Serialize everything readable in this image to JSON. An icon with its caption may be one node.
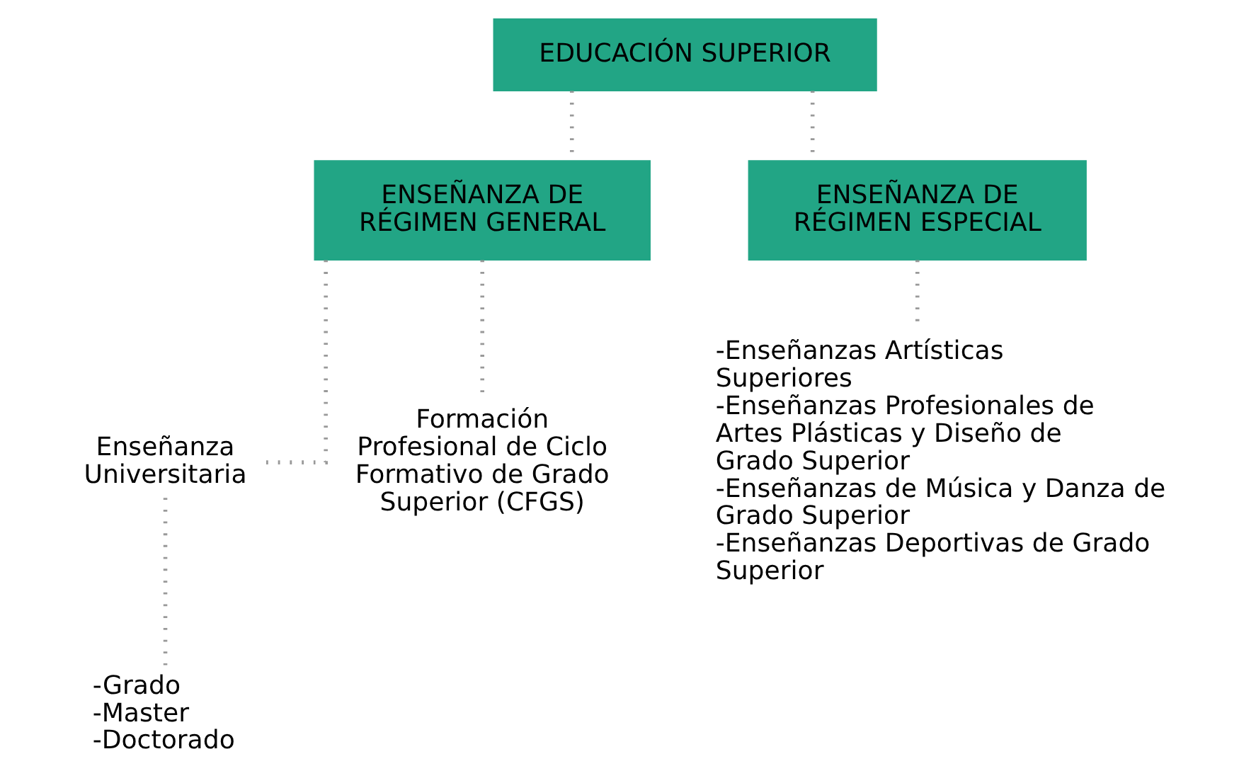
{
  "diagram": {
    "nodes": [
      {
        "text": [
          "EDUCACIÓN SUPERIOR"
        ]
      },
      {
        "text": [
          "ENSEÑANZA DE RÉGIMEN GENERAL"
        ]
      },
      {
        "text": [
          "ENSEÑANZA DE RÉGIMEN ESPECIAL"
        ]
      },
      {
        "text": [
          "Enseñanza Universitaria"
        ]
      },
      {
        "text": [
          "Formación Profesional de Ciclo Formativo de Grado Superior (CFGS)"
        ]
      },
      {
        "text": [
          "-Grado",
          "-Master",
          "-Doctorado"
        ]
      },
      {
        "text": [
          "-Enseñanzas Artísticas Superiores",
          "-Enseñanzas Profesionales de Artes Plásticas y Diseño de Grado Superior",
          "-Enseñanzas de Música y Danza de Grado Superior",
          "-Enseñanzas Deportivas de Grado Superior"
        ]
      }
    ],
    "edges": [
      {
        "from": 0,
        "to": 1,
        "arrow": "none"
      },
      {
        "from": 0,
        "to": 2,
        "arrow": "none"
      },
      {
        "from": 1,
        "to": 3,
        "arrow": "none"
      },
      {
        "from": 1,
        "to": 4,
        "arrow": "none"
      },
      {
        "from": 3,
        "to": 5,
        "arrow": "none"
      },
      {
        "from": 2,
        "to": 6,
        "arrow": "none"
      }
    ]
  }
}
